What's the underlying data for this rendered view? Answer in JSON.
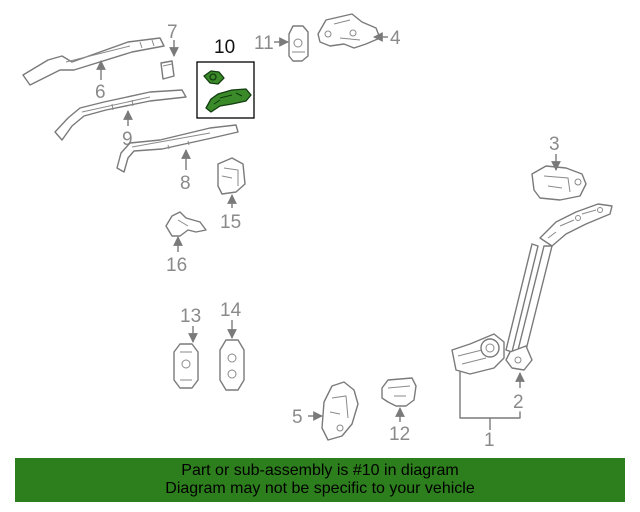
{
  "colors": {
    "banner_background": "#2d7f1d",
    "highlight_part": "#3a8a2a",
    "line_art": "#7a7a7a",
    "callout_text": "#8a8a8a",
    "highlight_callout_text": "#111111"
  },
  "highlighted_callout": "10",
  "callouts": {
    "c1": "1",
    "c2": "2",
    "c3": "3",
    "c4": "4",
    "c5": "5",
    "c6": "6",
    "c7": "7",
    "c8": "8",
    "c9": "9",
    "c10": "10",
    "c11": "11",
    "c12": "12",
    "c13": "13",
    "c14": "14",
    "c15": "15",
    "c16": "16"
  },
  "banner": {
    "line1": "Part or sub-assembly is #10 in diagram",
    "line2": "Diagram may not be specific to your vehicle"
  }
}
